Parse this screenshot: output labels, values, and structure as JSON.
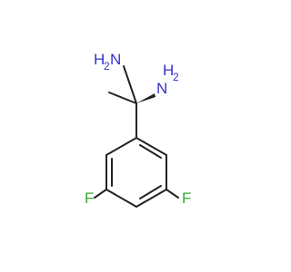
{
  "molecule": {
    "atoms": {
      "n1": {
        "symbol": "N",
        "h": "H",
        "h_count": "2"
      },
      "n2": {
        "symbol": "N",
        "h": "H",
        "h_count": "2"
      },
      "f1": {
        "symbol": "F"
      },
      "f2": {
        "symbol": "F"
      }
    },
    "colors": {
      "bond": "#222222",
      "nitrogen": "#3333cc",
      "fluorine": "#33aa33",
      "background": "#ffffff"
    },
    "stereo": {
      "center": "C2",
      "wedge_to": "N2",
      "wedge_style": "solid"
    }
  }
}
